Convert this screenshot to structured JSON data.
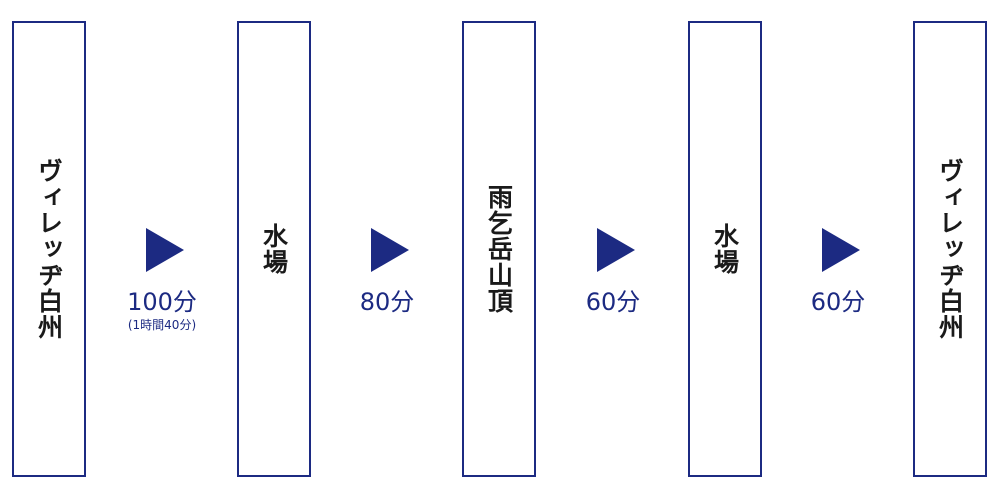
{
  "colors": {
    "accent": "#1c2a82",
    "text": "#1a1a1a",
    "background": "#ffffff"
  },
  "stops": [
    {
      "label": "ヴィレッヂ白州"
    },
    {
      "label": "水場"
    },
    {
      "label": "雨乞岳山頂"
    },
    {
      "label": "水場"
    },
    {
      "label": "ヴィレッヂ白州"
    }
  ],
  "legs": [
    {
      "icon": "play-arrow-icon",
      "time": "100分",
      "subtitle": "(1時間40分)"
    },
    {
      "icon": "play-arrow-icon",
      "time": "80分",
      "subtitle": ""
    },
    {
      "icon": "play-arrow-icon",
      "time": "60分",
      "subtitle": ""
    },
    {
      "icon": "play-arrow-icon",
      "time": "60分",
      "subtitle": ""
    }
  ]
}
